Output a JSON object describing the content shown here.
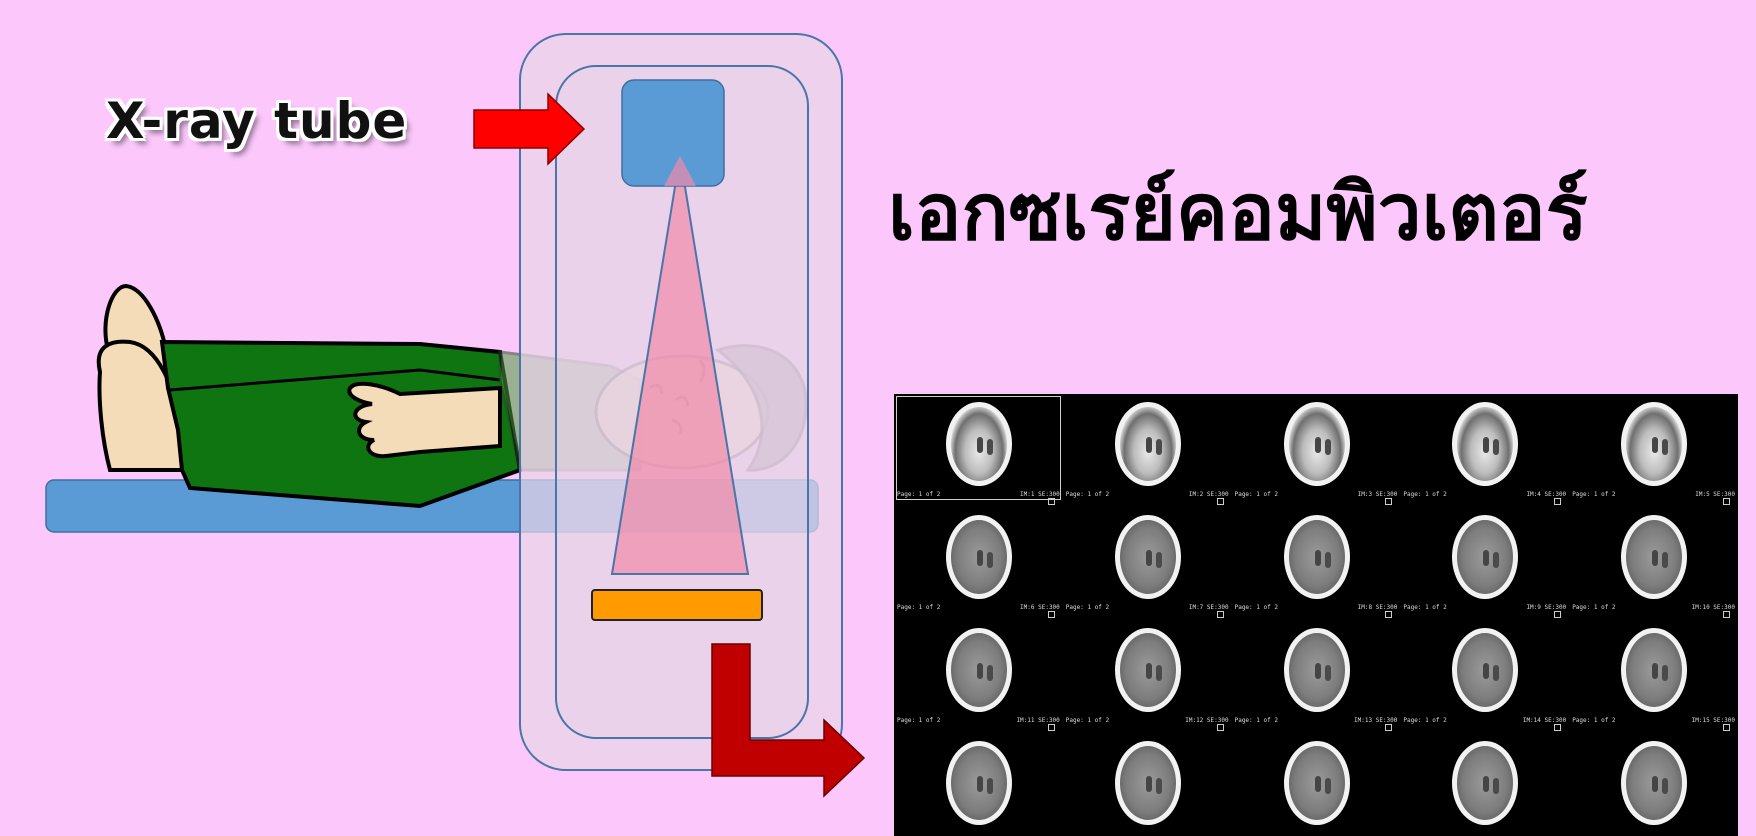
{
  "labels": {
    "xray_tube": "X-ray tube",
    "thai_title": "เอกซเรย์คอมพิวเตอร์"
  },
  "colors": {
    "background": "#fcc8fc",
    "gantry_fill": "#e8d4e8",
    "gantry_stroke": "#4a75a8",
    "tube": "#5b9bd5",
    "beam": "#f08aa8",
    "detector": "#ff9a00",
    "table": "#5b9bd5",
    "arrow_in": "#ff0000",
    "arrow_out": "#c00000",
    "pants": "#0e7510",
    "skin": "#f5dcb8"
  },
  "ct_panel": {
    "rows": 4,
    "columns": 5,
    "images": [
      {
        "left": "Page: 1 of 2",
        "right": "IM:1 SE:300"
      },
      {
        "left": "Page: 1 of 2",
        "right": "IM:2 SE:300"
      },
      {
        "left": "Page: 1 of 2",
        "right": "IM:3 SE:300"
      },
      {
        "left": "Page: 1 of 2",
        "right": "IM:4 SE:300"
      },
      {
        "left": "Page: 1 of 2",
        "right": "IM:5 SE:300"
      },
      {
        "left": "Page: 1 of 2",
        "right": "IM:6 SE:300"
      },
      {
        "left": "Page: 1 of 2",
        "right": "IM:7 SE:300"
      },
      {
        "left": "Page: 1 of 2",
        "right": "IM:8 SE:300"
      },
      {
        "left": "Page: 1 of 2",
        "right": "IM:9 SE:300"
      },
      {
        "left": "Page: 1 of 2",
        "right": "IM:10 SE:300"
      },
      {
        "left": "Page: 1 of 2",
        "right": "IM:11 SE:300"
      },
      {
        "left": "Page: 1 of 2",
        "right": "IM:12 SE:300"
      },
      {
        "left": "Page: 1 of 2",
        "right": "IM:13 SE:300"
      },
      {
        "left": "Page: 1 of 2",
        "right": "IM:14 SE:300"
      },
      {
        "left": "Page: 1 of 2",
        "right": "IM:15 SE:300"
      },
      {
        "left": "",
        "right": ""
      },
      {
        "left": "",
        "right": ""
      },
      {
        "left": "",
        "right": ""
      },
      {
        "left": "",
        "right": ""
      },
      {
        "left": "",
        "right": ""
      }
    ]
  }
}
